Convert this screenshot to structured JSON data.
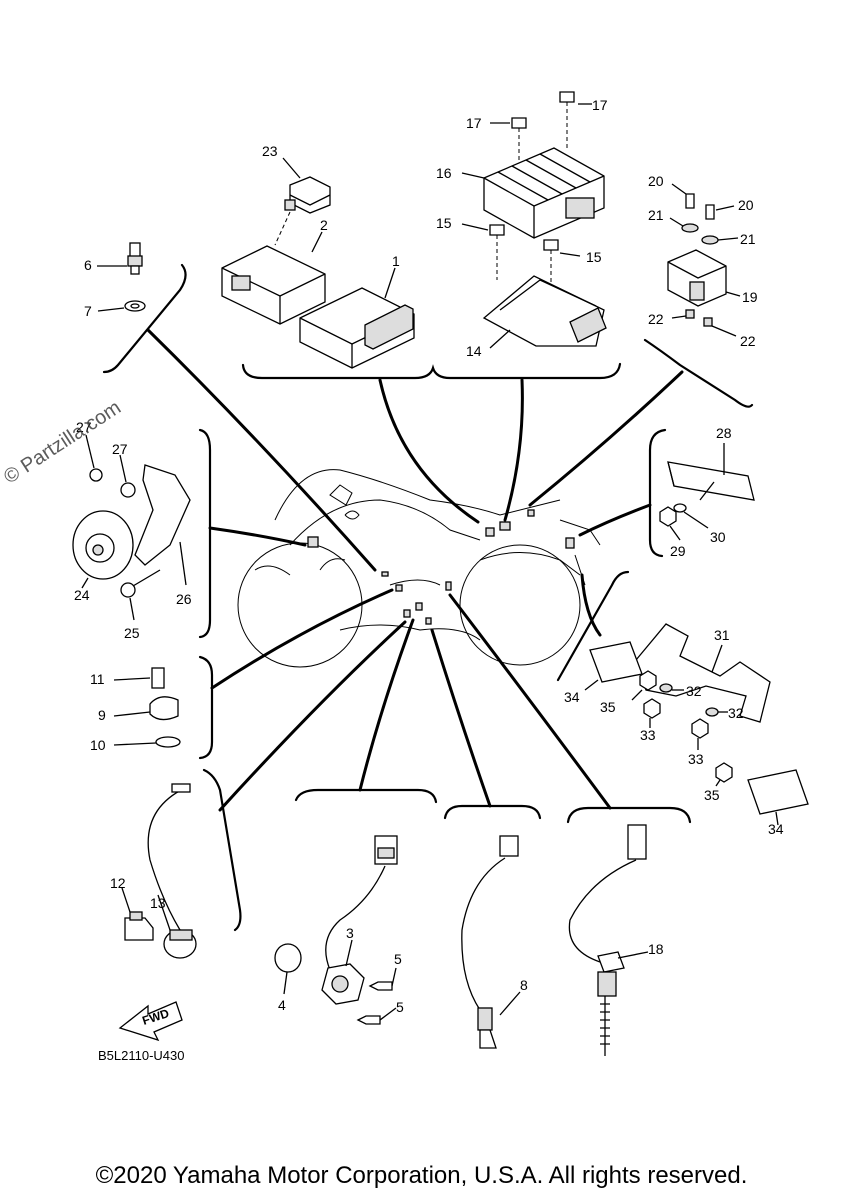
{
  "watermark": "© Partzilla.com",
  "diagram_code": "B5L2110-U430",
  "fwd_label": "FWD",
  "copyright": "©2020 Yamaha Motor Corporation, U.S.A. All rights reserved.",
  "callouts": [
    "1",
    "2",
    "3",
    "4",
    "5",
    "5",
    "6",
    "7",
    "8",
    "9",
    "10",
    "11",
    "12",
    "13",
    "14",
    "15",
    "15",
    "16",
    "17",
    "17",
    "18",
    "19",
    "20",
    "20",
    "21",
    "21",
    "22",
    "22",
    "23",
    "24",
    "25",
    "26",
    "27",
    "27",
    "28",
    "29",
    "30",
    "31",
    "32",
    "32",
    "33",
    "33",
    "34",
    "34",
    "35",
    "35"
  ]
}
